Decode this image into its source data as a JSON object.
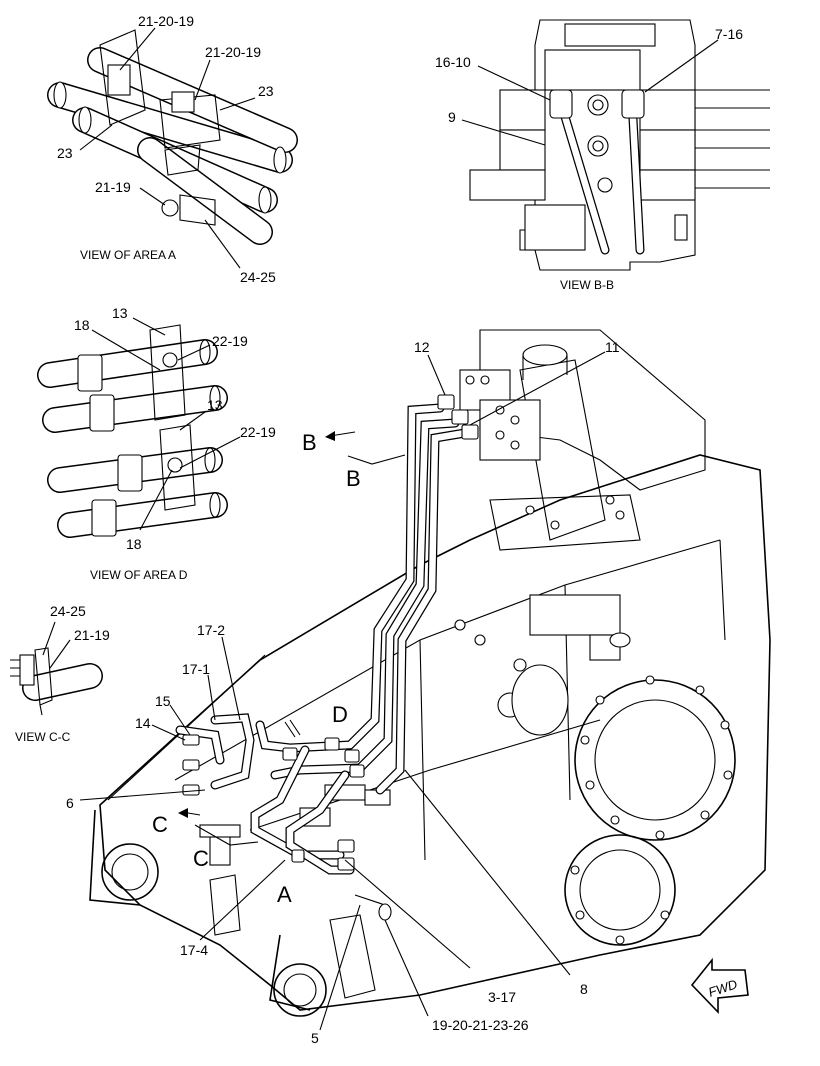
{
  "callouts": {
    "a_21_20_19_top": "21-20-19",
    "a_21_20_19_mid": "21-20-19",
    "a_23_right": "23",
    "a_23_left": "23",
    "a_21_19": "21-19",
    "a_24_25": "24-25",
    "bb_16_10": "16-10",
    "bb_7_16": "7-16",
    "bb_9": "9",
    "d_13_top": "13",
    "d_18_top": "18",
    "d_22_19_top": "22-19",
    "d_13_mid": "13",
    "d_22_19_mid": "22-19",
    "d_18_bottom": "18",
    "cc_24_25": "24-25",
    "cc_21_19": "21-19",
    "m_12": "12",
    "m_11": "11",
    "m_17_2": "17-2",
    "m_17_1": "17-1",
    "m_15": "15",
    "m_14": "14",
    "m_6": "6",
    "m_17_4": "17-4",
    "m_3_17": "3-17",
    "m_8": "8",
    "m_5": "5",
    "m_19_20_21_23_26": "19-20-21-23-26"
  },
  "captions": {
    "view_area_a": "VIEW OF AREA  A",
    "view_bb": "VIEW B-B",
    "view_area_d": "VIEW OF AREA  D",
    "view_cc": "VIEW C-C"
  },
  "section_letters": {
    "b_arrow": "B",
    "b_label": "B",
    "d_label": "D",
    "c_arrow": "C",
    "c_label": "C",
    "a_label": "A"
  },
  "fwd_label": "FWD"
}
